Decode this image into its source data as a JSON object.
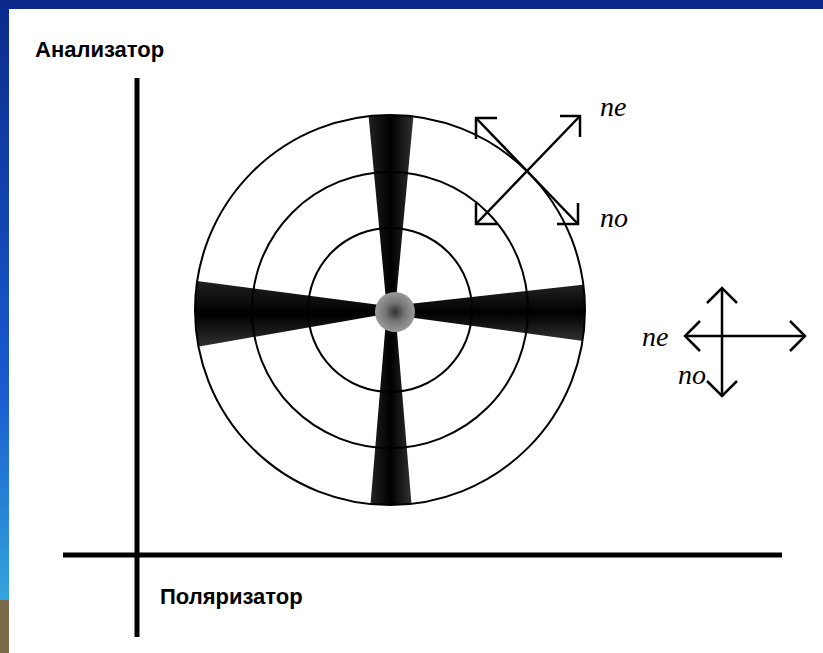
{
  "diagram": {
    "labels": [
      "Анализатор",
      "Поляризатор",
      "ne",
      "no",
      "ne",
      "no"
    ]
  }
}
